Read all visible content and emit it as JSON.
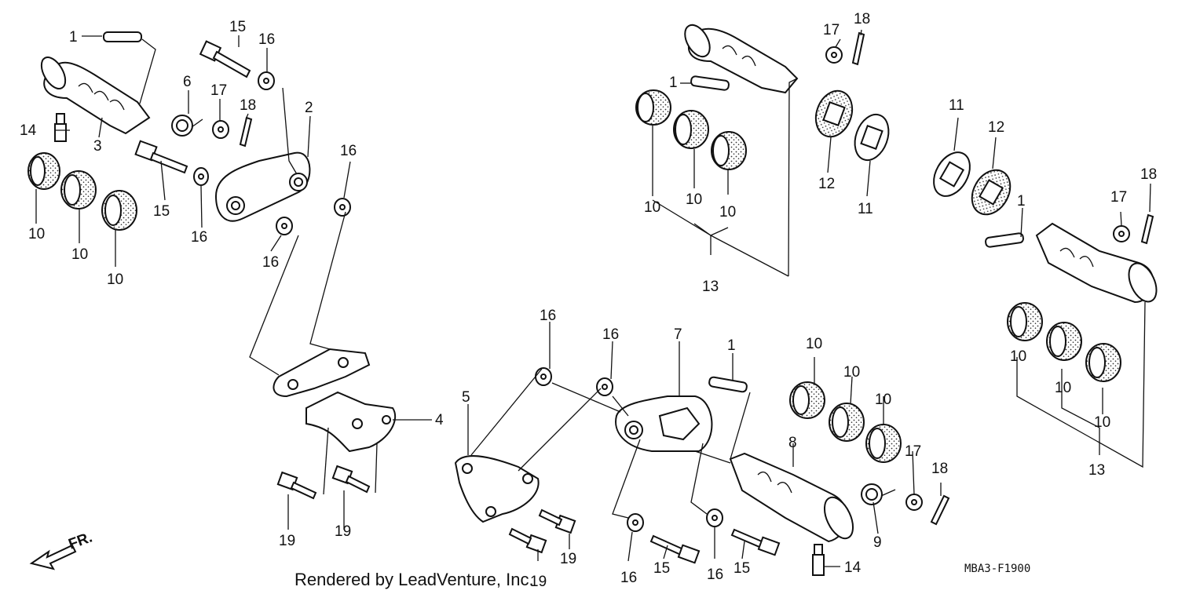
{
  "callouts": [
    {
      "id": "c1a",
      "text": "1"
    },
    {
      "id": "c15a",
      "text": "15"
    },
    {
      "id": "c16a",
      "text": "16"
    },
    {
      "id": "c6",
      "text": "6"
    },
    {
      "id": "c17a",
      "text": "17"
    },
    {
      "id": "c18a",
      "text": "18"
    },
    {
      "id": "c2",
      "text": "2"
    },
    {
      "id": "c14a",
      "text": "14"
    },
    {
      "id": "c3",
      "text": "3"
    },
    {
      "id": "c15b",
      "text": "15"
    },
    {
      "id": "c16b",
      "text": "16"
    },
    {
      "id": "c16c",
      "text": "16"
    },
    {
      "id": "c16d",
      "text": "16"
    },
    {
      "id": "c10a",
      "text": "10"
    },
    {
      "id": "c10b",
      "text": "10"
    },
    {
      "id": "c10c",
      "text": "10"
    },
    {
      "id": "c4",
      "text": "4"
    },
    {
      "id": "c19a",
      "text": "19"
    },
    {
      "id": "c19b",
      "text": "19"
    },
    {
      "id": "c17b",
      "text": "17"
    },
    {
      "id": "c18b",
      "text": "18"
    },
    {
      "id": "c1b",
      "text": "1"
    },
    {
      "id": "c10d",
      "text": "10"
    },
    {
      "id": "c10e",
      "text": "10"
    },
    {
      "id": "c10f",
      "text": "10"
    },
    {
      "id": "c12a",
      "text": "12"
    },
    {
      "id": "c11a",
      "text": "11"
    },
    {
      "id": "c13a",
      "text": "13"
    },
    {
      "id": "c11b",
      "text": "11"
    },
    {
      "id": "c12b",
      "text": "12"
    },
    {
      "id": "c17c",
      "text": "17"
    },
    {
      "id": "c18c",
      "text": "18"
    },
    {
      "id": "c1c",
      "text": "1"
    },
    {
      "id": "c10g",
      "text": "10"
    },
    {
      "id": "c10h",
      "text": "10"
    },
    {
      "id": "c10i",
      "text": "10"
    },
    {
      "id": "c13b",
      "text": "13"
    },
    {
      "id": "c16e",
      "text": "16"
    },
    {
      "id": "c16f",
      "text": "16"
    },
    {
      "id": "c7",
      "text": "7"
    },
    {
      "id": "c1d",
      "text": "1"
    },
    {
      "id": "c5",
      "text": "5"
    },
    {
      "id": "c10j",
      "text": "10"
    },
    {
      "id": "c10k",
      "text": "10"
    },
    {
      "id": "c10l",
      "text": "10"
    },
    {
      "id": "c8",
      "text": "8"
    },
    {
      "id": "c17d",
      "text": "17"
    },
    {
      "id": "c18d",
      "text": "18"
    },
    {
      "id": "c9",
      "text": "9"
    },
    {
      "id": "c19c",
      "text": "19"
    },
    {
      "id": "c16g",
      "text": "16"
    },
    {
      "id": "c15c",
      "text": "15"
    },
    {
      "id": "c16h",
      "text": "16"
    },
    {
      "id": "c15d",
      "text": "15"
    },
    {
      "id": "c14b",
      "text": "14"
    }
  ],
  "credit": "Rendered by LeadVenture, Inc.",
  "credit_callout": "19",
  "diagram_code": "MBA3-F1900",
  "direction_label": "FR."
}
